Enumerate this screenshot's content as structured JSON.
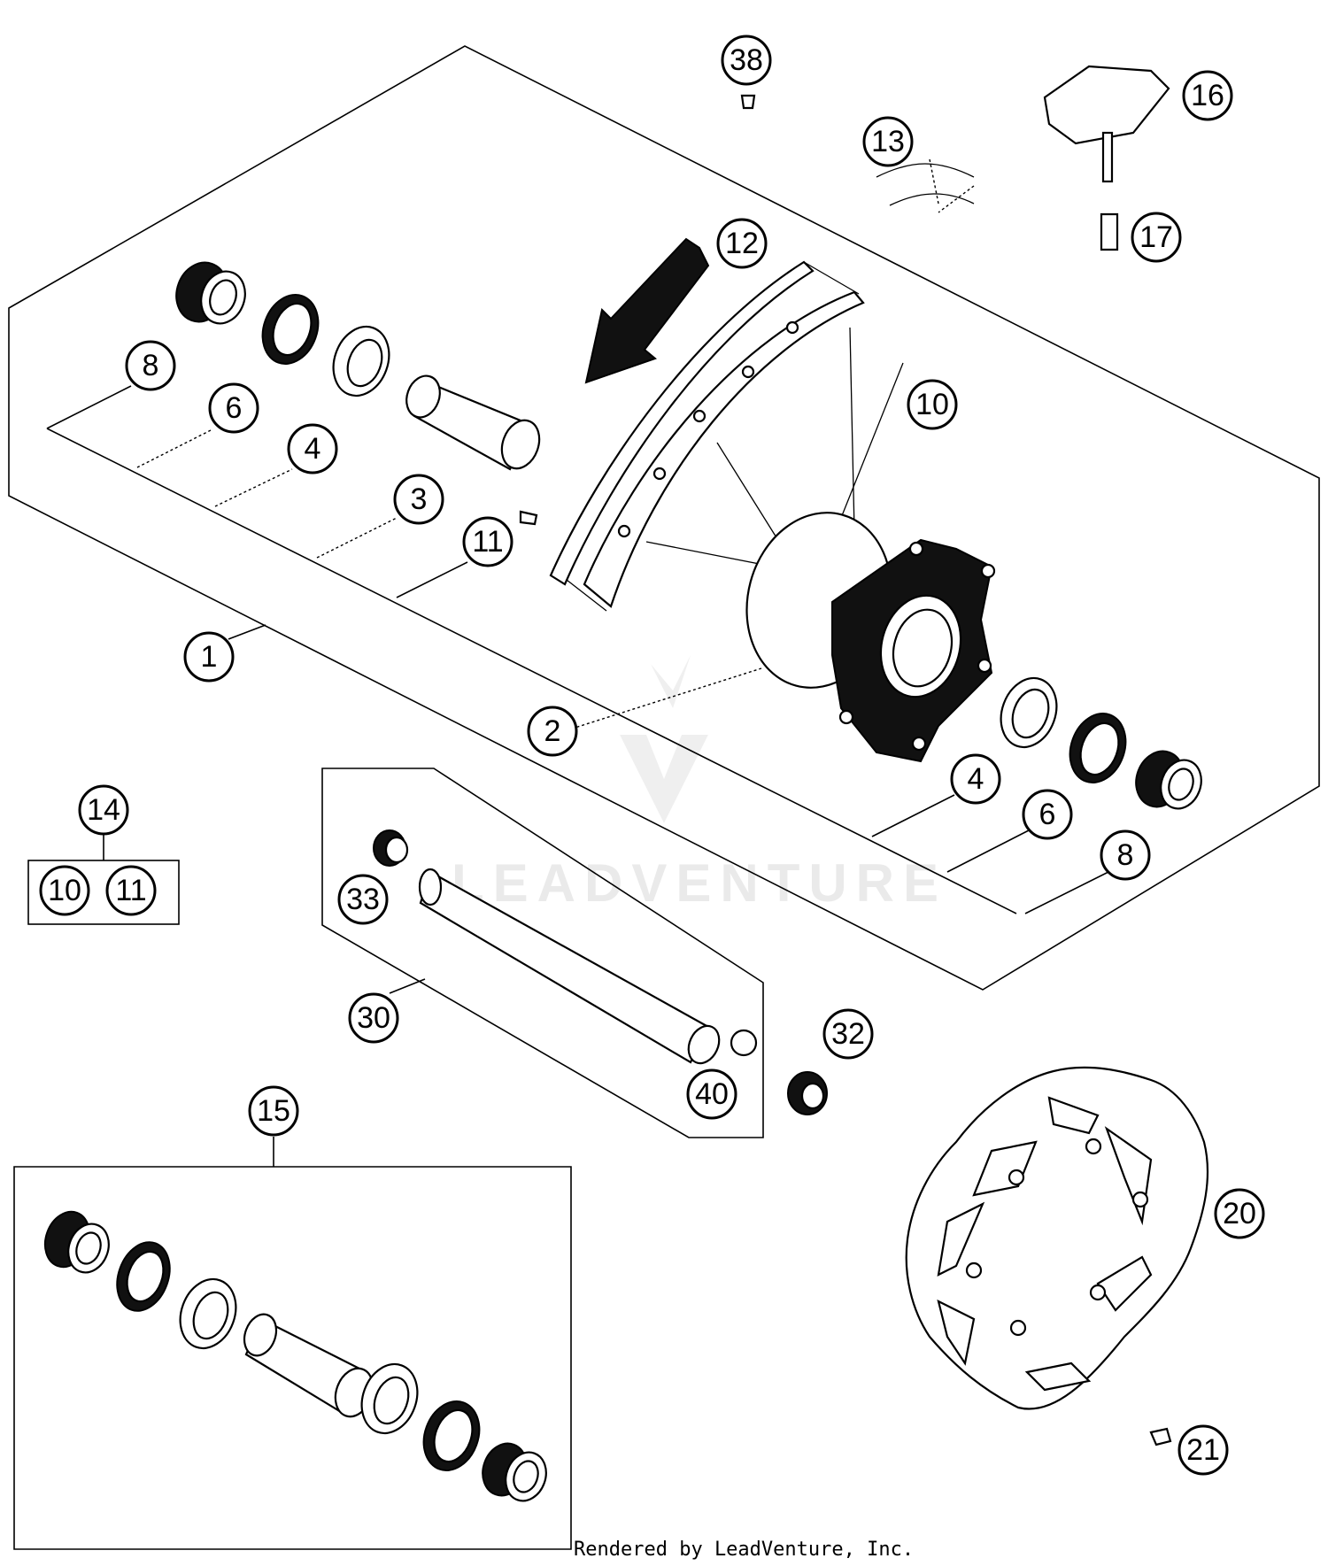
{
  "callouts": {
    "c38": "38",
    "c16": "16",
    "c13": "13",
    "c17": "17",
    "c12": "12",
    "c10a": "10",
    "c8a": "8",
    "c6a": "6",
    "c4a": "4",
    "c3": "3",
    "c11a": "11",
    "c1": "1",
    "c2": "2",
    "c4b": "4",
    "c6b": "6",
    "c8b": "8",
    "c14": "14",
    "c10b": "10",
    "c11b": "11",
    "c33": "33",
    "c30": "30",
    "c40": "40",
    "c32": "32",
    "c15": "15",
    "c20": "20",
    "c21": "21"
  },
  "watermark": "LEADVENTURE",
  "footer": "Rendered by LeadVenture, Inc."
}
